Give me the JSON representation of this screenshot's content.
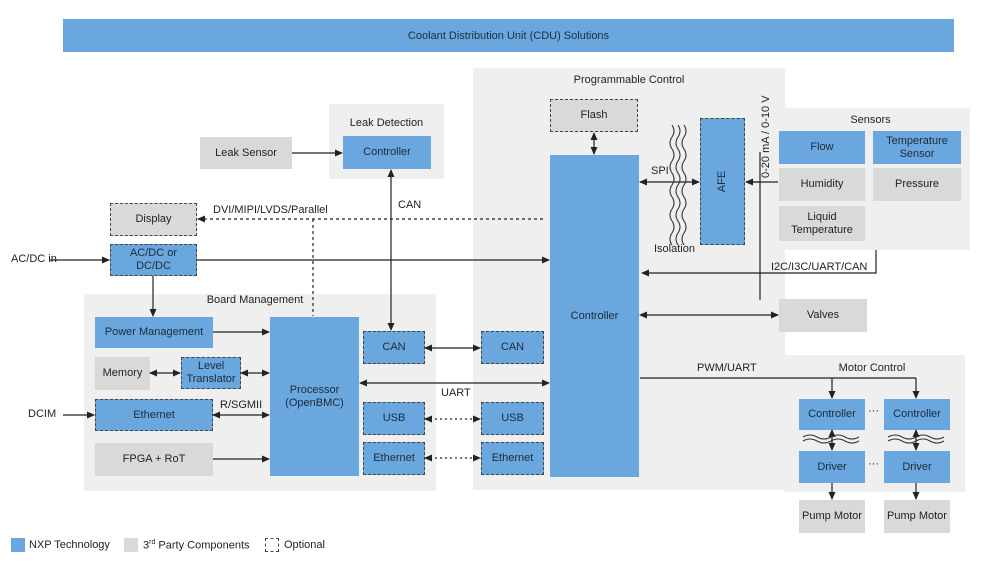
{
  "banner": "Coolant Distribution Unit (CDU) Solutions",
  "regions": {
    "programmable_control": "Programmable Control",
    "leak_detection": "Leak Detection",
    "board_management": "Board Management",
    "sensors": "Sensors",
    "motor_control": "Motor Control"
  },
  "blocks": {
    "flash": "Flash",
    "controller_main": "Controller",
    "afe": "AFE",
    "leak_sensor": "Leak Sensor",
    "leak_controller": "Controller",
    "display": "Display",
    "acdc": "AC/DC or DC/DC",
    "power_management": "Power Management",
    "memory": "Memory",
    "level_translator": "Level Translator",
    "ethernet_left": "Ethernet",
    "fpga_rot": "FPGA + RoT",
    "processor": "Processor (OpenBMC)",
    "can_left": "CAN",
    "usb_left": "USB",
    "ethernet_mid": "Ethernet",
    "can_right": "CAN",
    "usb_right": "USB",
    "ethernet_right": "Ethernet",
    "flow": "Flow",
    "temperature_sensor": "Temperature Sensor",
    "humidity": "Humidity",
    "pressure": "Pressure",
    "liquid_temperature": "Liquid Temperature",
    "valves": "Valves",
    "motor_controller_1": "Controller",
    "motor_controller_2": "Controller",
    "driver_1": "Driver",
    "driver_2": "Driver",
    "pump_motor_1": "Pump Motor",
    "pump_motor_2": "Pump Motor"
  },
  "labels": {
    "ac_dc_in": "AC/DC in",
    "dcim": "DCIM",
    "dvi": "DVI/MIPI/LVDS/Parallel",
    "can": "CAN",
    "spi": "SPI",
    "isolation": "Isolation",
    "analog_range": "0-20 mA / 0-10 V",
    "i2c": "I2C/I3C/UART/CAN",
    "uart": "UART",
    "rsgmii": "R/SGMII",
    "pwm_uart": "PWM/UART",
    "ellipsis_1": "···",
    "ellipsis_2": "···"
  },
  "legend": {
    "nxp": "NXP Technology",
    "third_party_prefix": "3",
    "third_party_sup": "rd",
    "third_party_suffix": " Party Components",
    "optional": "Optional"
  },
  "colors": {
    "nxp_blue": "#6aa7de",
    "third_party_gray": "#d9d9d9",
    "region_bg": "#efefef"
  }
}
